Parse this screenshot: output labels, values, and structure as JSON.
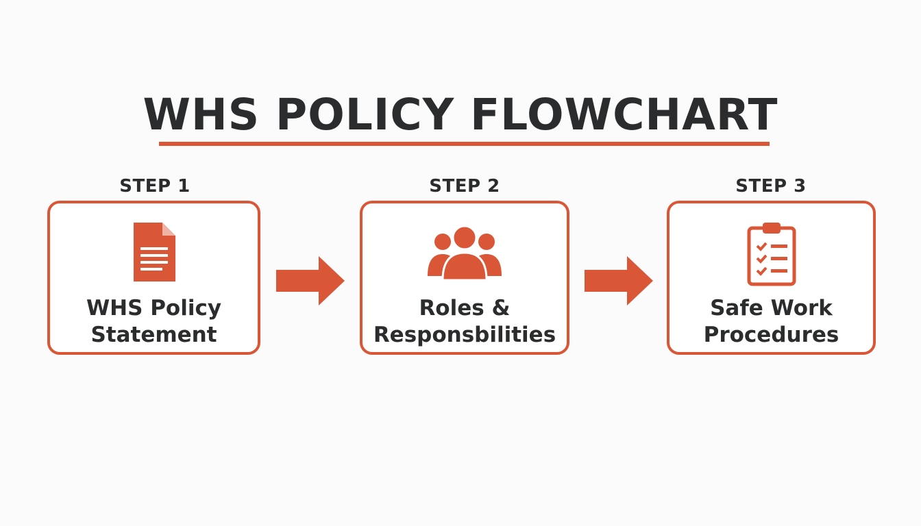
{
  "title": "WHS POLICY FLOWCHART",
  "accent_color": "#d95736",
  "text_color": "#2a2c2e",
  "steps": [
    {
      "label": "STEP 1",
      "text_line1": "WHS Policy",
      "text_line2": "Statement",
      "icon": "document-icon"
    },
    {
      "label": "STEP 2",
      "text_line1": "Roles &",
      "text_line2": "Responsbilities",
      "icon": "people-group-icon"
    },
    {
      "label": "STEP 3",
      "text_line1": "Safe Work",
      "text_line2": "Procedures",
      "icon": "clipboard-checklist-icon"
    }
  ],
  "connectors": [
    "right-arrow-icon",
    "right-arrow-icon"
  ]
}
